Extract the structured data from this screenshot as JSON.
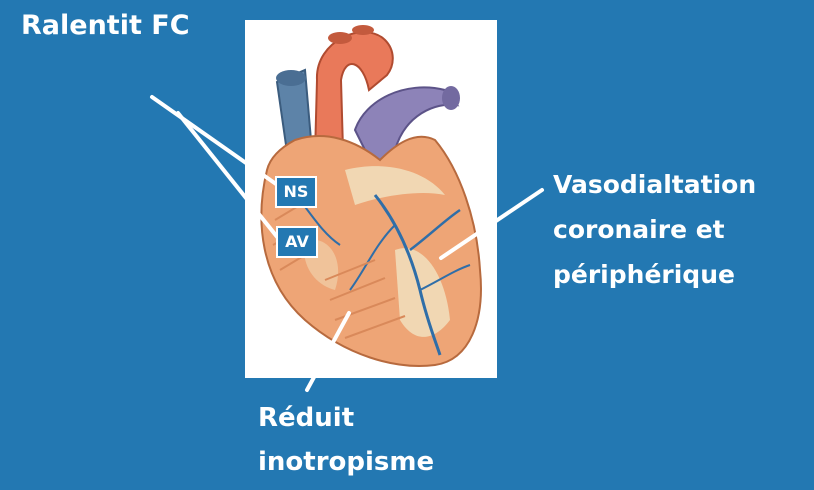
{
  "labels": {
    "ralentit": "Ralentit FC",
    "vaso_line1": "Vasodialtation",
    "vaso_line2": "coronaire et",
    "vaso_line3": "périphérique",
    "reduit_line1": "Réduit",
    "reduit_line2": "inotropisme"
  },
  "boxes": {
    "ns": "NS",
    "av": "AV"
  },
  "colors": {
    "background": "#2378b2",
    "text": "#ffffff"
  }
}
